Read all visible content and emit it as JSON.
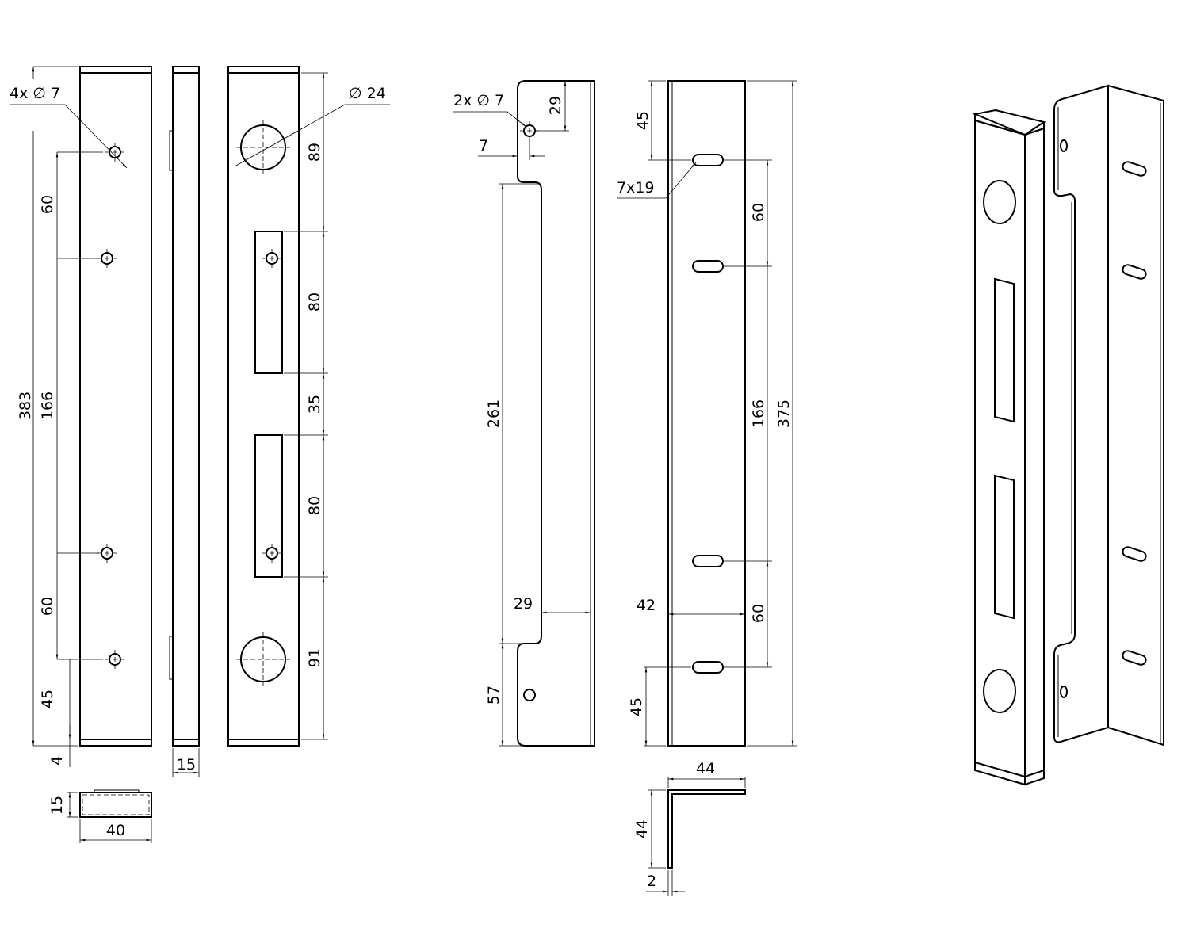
{
  "strike_plate": {
    "hole_callout": "4x ∅ 7",
    "big_hole_callout": "∅ 24",
    "dims_left": {
      "total": "383",
      "holes_span": "166",
      "top_gap": "60",
      "bottom_gap": "60",
      "bottom_offset": "45",
      "end": "4"
    },
    "side_thickness": "15",
    "dims_right": {
      "top": "89",
      "slot1": "80",
      "between": "35",
      "slot2": "80",
      "bottom": "91"
    },
    "section": {
      "height": "15",
      "width": "40"
    }
  },
  "bracket": {
    "hole_callout": "2x ∅ 7",
    "hole_top": "29",
    "hole_edge": "7",
    "notch_length": "261",
    "notch_depth": "29",
    "bottom_length": "57",
    "slot_callout": "7x19",
    "slot_top": "45",
    "slot_gap_top": "60",
    "slot_span": "166",
    "slot_gap_bottom": "60",
    "total": "375",
    "width": "42",
    "slot_bottom": "45",
    "profile": {
      "width": "44",
      "height": "44",
      "thickness": "2"
    }
  }
}
